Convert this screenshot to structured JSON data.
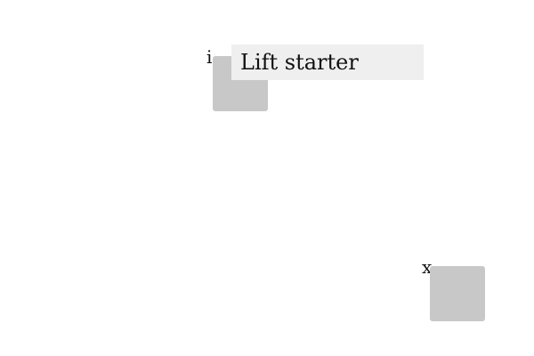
{
  "elements": {
    "i_item": {
      "letter": "i",
      "tooltip": "Lift starter"
    },
    "x_item": {
      "letter": "x"
    }
  },
  "colors": {
    "box_fill": "#c8c8c8",
    "tooltip_background": "#efefef",
    "text": "#111111",
    "page_background": "#ffffff"
  }
}
